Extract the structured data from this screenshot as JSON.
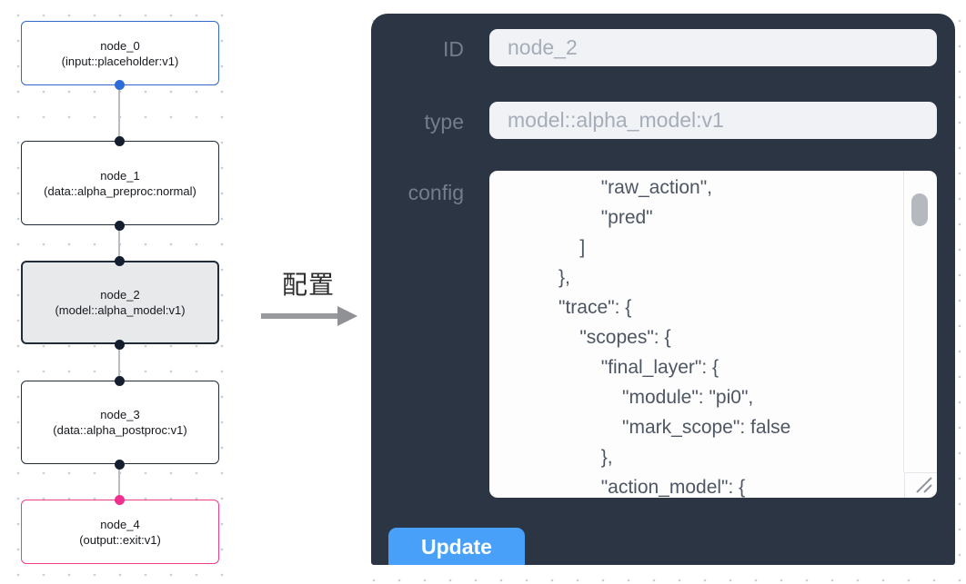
{
  "flowchart": {
    "nodes": [
      {
        "id": "node_0",
        "type": "(input::placeholder:v1)"
      },
      {
        "id": "node_1",
        "type": "(data::alpha_preproc:normal)"
      },
      {
        "id": "node_2",
        "type": "(model::alpha_model:v1)"
      },
      {
        "id": "node_3",
        "type": "(data::alpha_postproc:v1)"
      },
      {
        "id": "node_4",
        "type": "(output::exit:v1)"
      }
    ],
    "selected_node": "node_2"
  },
  "annotation": {
    "label": "配置"
  },
  "panel": {
    "id_field": {
      "label": "ID",
      "value": "node_2"
    },
    "type_field": {
      "label": "type",
      "value": "model::alpha_model:v1"
    },
    "config_field": {
      "label": "config",
      "value": "                    \"raw_action\",\n                    \"pred\"\n                ]\n            },\n            \"trace\": {\n                \"scopes\": {\n                    \"final_layer\": {\n                        \"module\": \"pi0\",\n                        \"mark_scope\": false\n                    },\n                    \"action_model\": {"
    },
    "update_button": "Update"
  },
  "colors": {
    "panel_bg": "#2c3544",
    "update_blue": "#48a0f8",
    "input_node_border": "#3565cf",
    "output_node_border": "#ee3f8d",
    "default_node_border": "#222b3a",
    "selected_node_bg": "#e8e9eb",
    "edge_gray": "#b9bdc2"
  }
}
